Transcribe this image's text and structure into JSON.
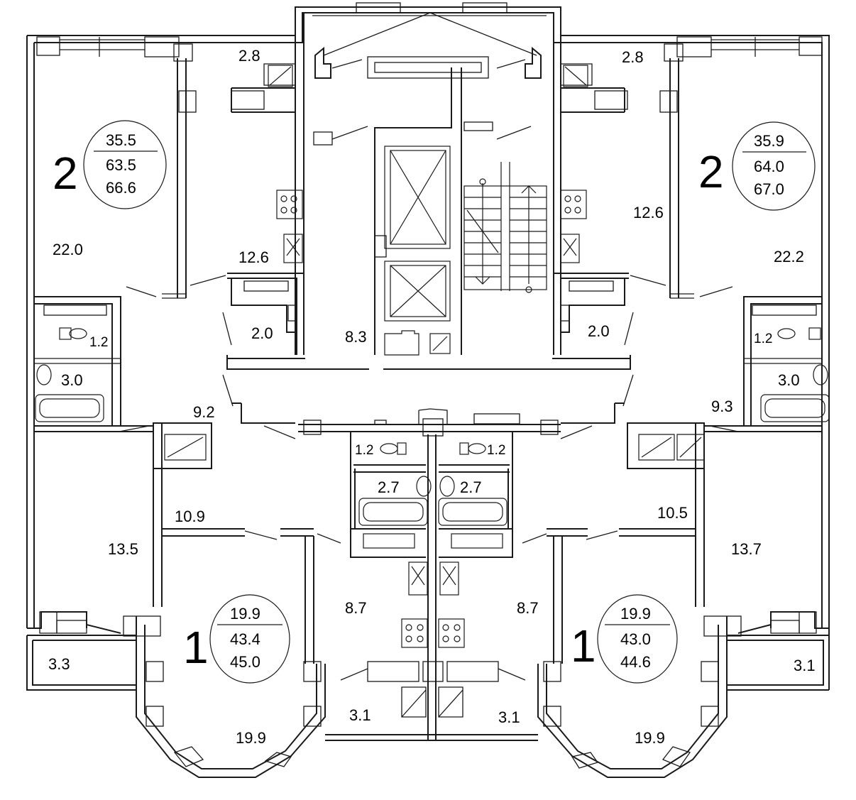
{
  "apartments": [
    {
      "id": "top-left",
      "rooms": "2",
      "living": "35.5",
      "total": "63.5",
      "total_with_balcony": "66.6"
    },
    {
      "id": "top-right",
      "rooms": "2",
      "living": "35.9",
      "total": "64.0",
      "total_with_balcony": "67.0"
    },
    {
      "id": "bottom-left",
      "rooms": "1",
      "living": "19.9",
      "total": "43.4",
      "total_with_balcony": "45.0"
    },
    {
      "id": "bottom-right",
      "rooms": "1",
      "living": "19.9",
      "total": "43.0",
      "total_with_balcony": "44.6"
    }
  ],
  "room_areas": {
    "tl_balcony": "2.8",
    "tl_big_room": "22.0",
    "tl_kitchen": "12.6",
    "tl_toilet": "1.2",
    "tl_bath": "3.0",
    "tl_storage": "2.0",
    "tl_hall": "9.2",
    "tl_room2": "13.5",
    "tl_hall2": "10.9",
    "tl_loggia": "3.3",
    "core_hall": "8.3",
    "tr_balcony": "2.8",
    "tr_kitchen": "12.6",
    "tr_big_room": "22.2",
    "tr_toilet": "1.2",
    "tr_bath": "3.0",
    "tr_storage": "2.0",
    "tr_hall": "9.3",
    "tr_room2": "13.7",
    "tr_hall2": "10.5",
    "tr_loggia": "3.1",
    "bl_toilet": "1.2",
    "br_toilet": "1.2",
    "bl_bath": "2.7",
    "br_bath": "2.7",
    "bl_kitchen": "8.7",
    "br_kitchen": "8.7",
    "bl_room": "19.9",
    "br_room": "19.9",
    "bl_loggia": "3.1",
    "br_loggia": "3.1"
  }
}
